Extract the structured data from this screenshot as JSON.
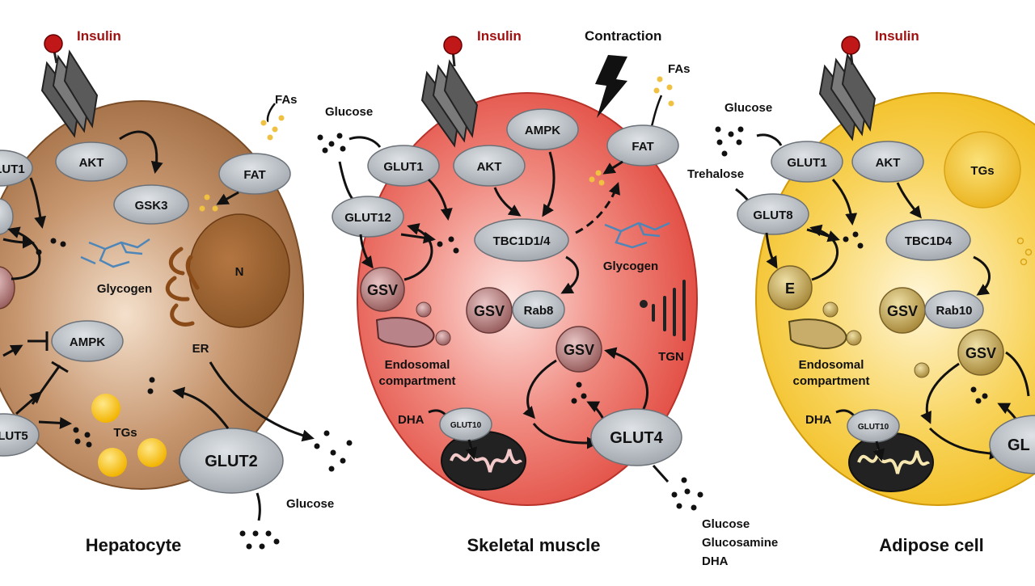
{
  "colors": {
    "hepatocyte": "#b07a4f",
    "muscle": "#e8574c",
    "adipose": "#f5c52a",
    "insulin": "#a01010",
    "transporter": "#a9aeb4"
  },
  "hepatocyte": {
    "caption": "Hepatocyte",
    "insulin": "Insulin",
    "fas": "FAs",
    "glut1": "LUT1",
    "akt": "AKT",
    "gsk3": "GSK3",
    "fat": "FAT",
    "glycogen": "Glycogen",
    "nucleus": "N",
    "er": "ER",
    "ampk": "AMPK",
    "glut5": "LUT5",
    "tgs": "TGs",
    "glut2": "GLUT2",
    "glucose": "Glucose"
  },
  "muscle": {
    "caption": "Skeletal muscle",
    "insulin": "Insulin",
    "contraction": "Contraction",
    "fas": "FAs",
    "glucose_in": "Glucose",
    "ampk": "AMPK",
    "fat": "FAT",
    "glut1": "GLUT1",
    "akt": "AKT",
    "glut12": "GLUT12",
    "tbc": "TBC1D1/4",
    "glycogen": "Glycogen",
    "gsv1": "GSV",
    "gsv2": "GSV",
    "rab": "Rab8",
    "tgn": "TGN",
    "gsv3": "GSV",
    "endosomal1": "Endosomal",
    "endosomal2": "compartment",
    "dha": "DHA",
    "glut10": "GLUT10",
    "glut4": "GLUT4",
    "substrates": [
      "Glucose",
      "Glucosamine",
      "DHA"
    ]
  },
  "adipose": {
    "caption": "Adipose cell",
    "insulin": "Insulin",
    "glucose": "Glucose",
    "trehalose": "Trehalose",
    "glut1": "GLUT1",
    "akt": "AKT",
    "tgs": "TGs",
    "glut8": "GLUT8",
    "tbc": "TBC1D4",
    "e": "E",
    "gsv1": "GSV",
    "rab": "Rab10",
    "gsv2": "GSV",
    "endosomal1": "Endosomal",
    "endosomal2": "compartment",
    "dha": "DHA",
    "glut10": "GLUT10",
    "glut4": "GL"
  }
}
